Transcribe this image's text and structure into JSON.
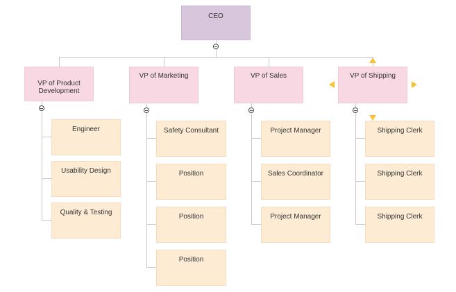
{
  "org_chart": {
    "root": {
      "label": "CEO"
    },
    "departments": [
      {
        "label": "VP of Product\nDevelopment",
        "positions": [
          "Engineer",
          "Usability Design",
          "Quality & Testing"
        ]
      },
      {
        "label": "VP of Marketing",
        "positions": [
          "Safety Consultant",
          "Position",
          "Position",
          "Position"
        ]
      },
      {
        "label": "VP of Sales",
        "positions": [
          "Project Manager",
          "Sales Coordinator",
          "Project Manager"
        ]
      },
      {
        "label": "VP of Shipping",
        "positions": [
          "Shipping Clerk",
          "Shipping Clerk",
          "Shipping Clerk"
        ],
        "selected": true
      }
    ]
  },
  "colors": {
    "connector": "#c9c9c9",
    "ceo_fill": "#d8c6dc",
    "vp_fill": "#f8d9e3",
    "position_fill": "#fdebd4",
    "selection_handle": "#f6c338"
  }
}
